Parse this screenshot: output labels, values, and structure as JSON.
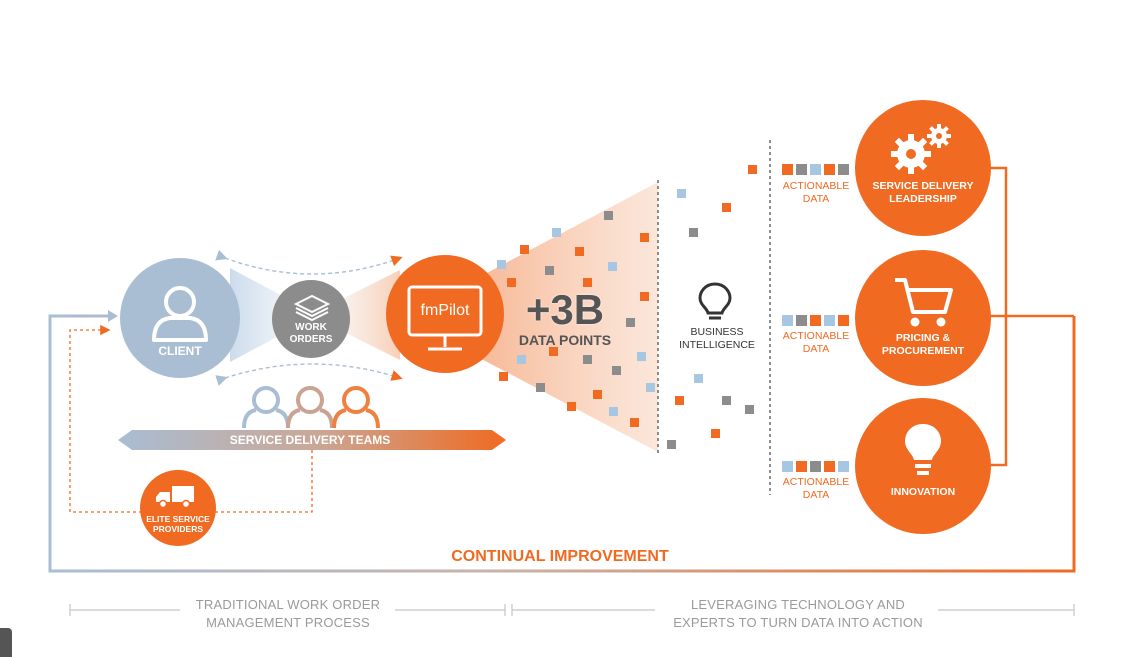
{
  "colors": {
    "orange": "#f06a22",
    "blue_gray": "#a9bdd3",
    "gray": "#8c8c8c",
    "light_blue": "#a7c6e2",
    "dark_gray": "#555555"
  },
  "nodes": {
    "client": "CLIENT",
    "work_orders": "WORK ORDERS",
    "fmpilot": "fmPilot",
    "data_points_value": "+3B",
    "data_points_label": "DATA POINTS",
    "business_intelligence": "BUSINESS INTELLIGENCE",
    "service_delivery_teams": "SERVICE DELIVERY TEAMS",
    "elite_service_providers": "ELITE SERVICE PROVIDERS"
  },
  "outcomes": [
    {
      "label": "SERVICE DELIVERY LEADERSHIP",
      "icon": "gears-icon",
      "data_label": "ACTIONABLE DATA"
    },
    {
      "label": "PRICING & PROCUREMENT",
      "icon": "shopping-cart-icon",
      "data_label": "ACTIONABLE DATA"
    },
    {
      "label": "INNOVATION",
      "icon": "lightbulb-icon",
      "data_label": "ACTIONABLE DATA"
    }
  ],
  "loop_label": "CONTINUAL IMPROVEMENT",
  "phases": [
    {
      "label": "TRADITIONAL WORK ORDER MANAGEMENT PROCESS"
    },
    {
      "label": "LEVERAGING TECHNOLOGY AND EXPERTS TO TURN DATA INTO ACTION"
    }
  ]
}
